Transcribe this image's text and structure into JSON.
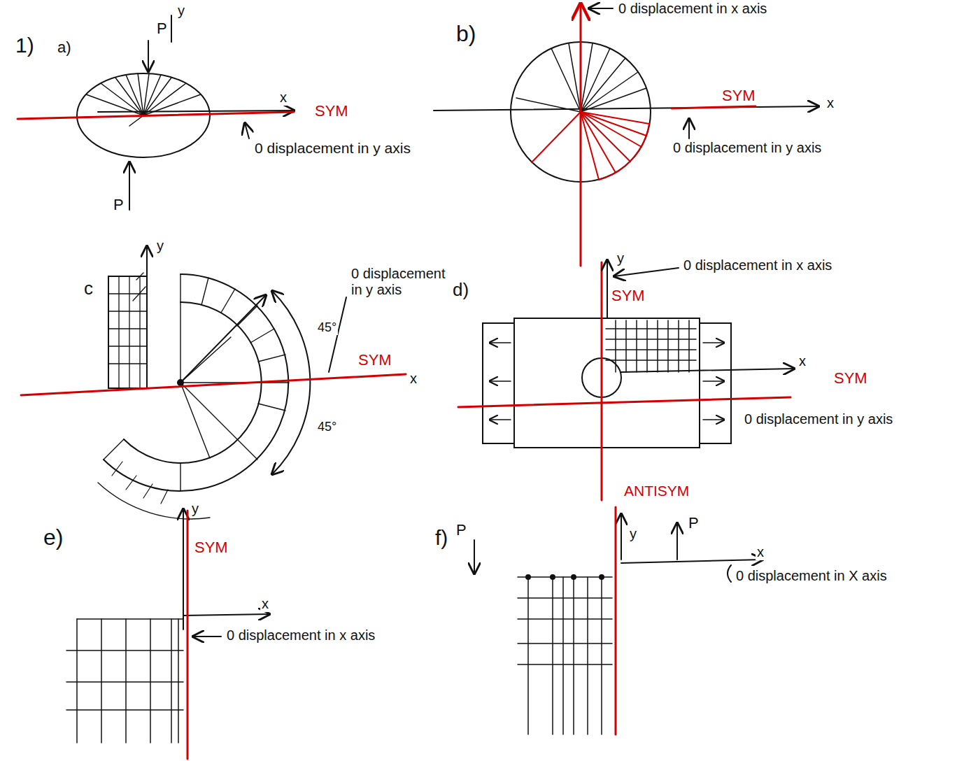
{
  "diagram": {
    "labels": [
      "1)",
      "a)",
      "y",
      "P",
      "x",
      "SYM",
      "0 displacement in y axis",
      "P",
      "b)",
      "0 displacement in x axis",
      "x",
      "SYM",
      "0 displacement in y axis",
      "c",
      "y",
      "0 displacement in y axis",
      "d)",
      "45°",
      "SYM",
      "x",
      "45°",
      "y",
      "0 displacement in x axis",
      "SYM",
      "x",
      "SYM",
      "0 displacement in y axis",
      "e)",
      "y",
      "SYM",
      "x",
      "0 displacement in x axis",
      "f)",
      "ANTISYM",
      "P",
      "y",
      "P",
      "x",
      "0 displacement in X axis"
    ]
  }
}
